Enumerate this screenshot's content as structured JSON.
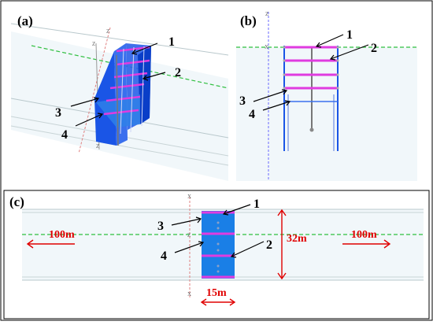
{
  "panels": {
    "a": {
      "label": "(a)",
      "callouts": [
        "1",
        "2",
        "3",
        "4"
      ]
    },
    "b": {
      "label": "(b)",
      "callouts": [
        "1",
        "2",
        "3",
        "4"
      ]
    },
    "c": {
      "label": "(c)",
      "callouts": [
        "1",
        "2",
        "3",
        "4"
      ]
    }
  },
  "axes": {
    "x": "X",
    "z": "Z"
  },
  "dimensions": {
    "left_extent": "100m",
    "right_extent": "100m",
    "width": "32m",
    "length": "15m"
  },
  "colors": {
    "structure": "#1a55e6",
    "strut": "#e03be0",
    "ground": "#2fbf3f",
    "annotation": "#e00000"
  }
}
